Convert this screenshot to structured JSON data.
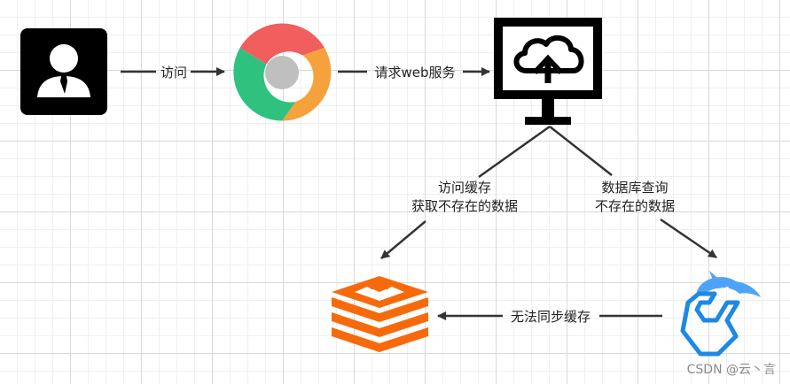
{
  "edges": {
    "user_to_browser": "访问",
    "browser_to_server": "请求web服务",
    "server_to_redis": [
      "访问缓存",
      "获取不存在的数据"
    ],
    "server_to_mysql": [
      "数据库查询",
      "不存在的数据"
    ],
    "mysql_to_redis": "无法同步缓存"
  },
  "watermark": "CSDN @云丶言",
  "colors": {
    "redis": "#f76a0c",
    "mysql": "#1e88e5",
    "mysql_light": "#4fa3f7",
    "chrome_red": "#f25d5d",
    "chrome_green": "#2ec27e",
    "chrome_yellow": "#f6a23c",
    "chrome_center": "#bfbfbf",
    "line": "#333333"
  },
  "icons": {
    "user": "user-businessman-icon",
    "browser": "chrome-browser-icon",
    "server": "cloud-server-monitor-icon",
    "redis": "redis-icon",
    "mysql": "mysql-dolphin-icon"
  }
}
